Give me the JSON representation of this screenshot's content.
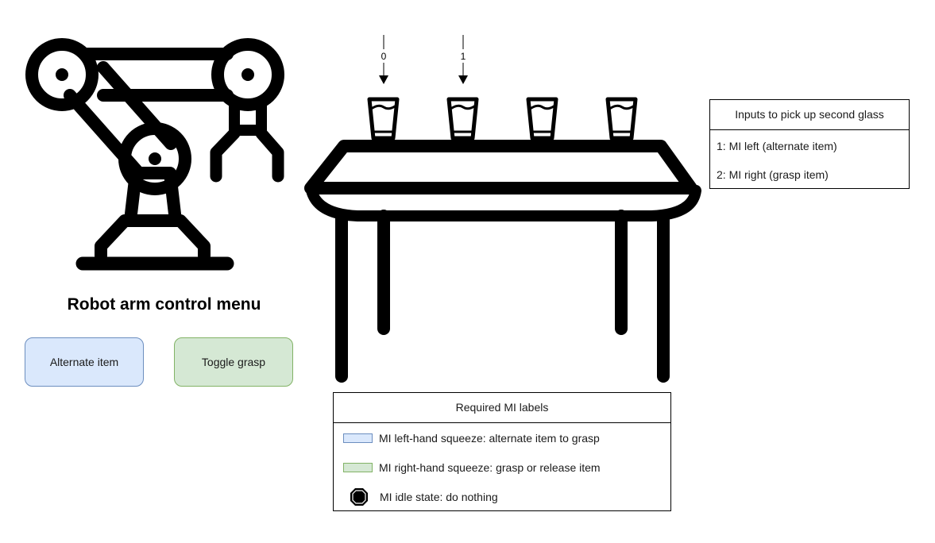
{
  "menu": {
    "title": "Robot arm control menu",
    "buttons": [
      {
        "label": "Alternate item",
        "color": "#dae8fc"
      },
      {
        "label": "Toggle grasp",
        "color": "#d5e8d4"
      }
    ]
  },
  "arrows": [
    {
      "label": "0"
    },
    {
      "label": "1"
    }
  ],
  "inputs_box": {
    "title": "Inputs to pick up second glass",
    "rows": [
      "1: MI left (alternate item)",
      "2: MI right (grasp item)"
    ]
  },
  "labels_box": {
    "title": "Required MI labels",
    "items": [
      {
        "text": "MI left-hand squeeze: alternate item to grasp",
        "swatch": "#dae8fc"
      },
      {
        "text": "MI right-hand squeeze: grasp or release item",
        "swatch": "#d5e8d4"
      },
      {
        "text": "MI idle state: do nothing",
        "icon": "stop-icon"
      }
    ]
  }
}
